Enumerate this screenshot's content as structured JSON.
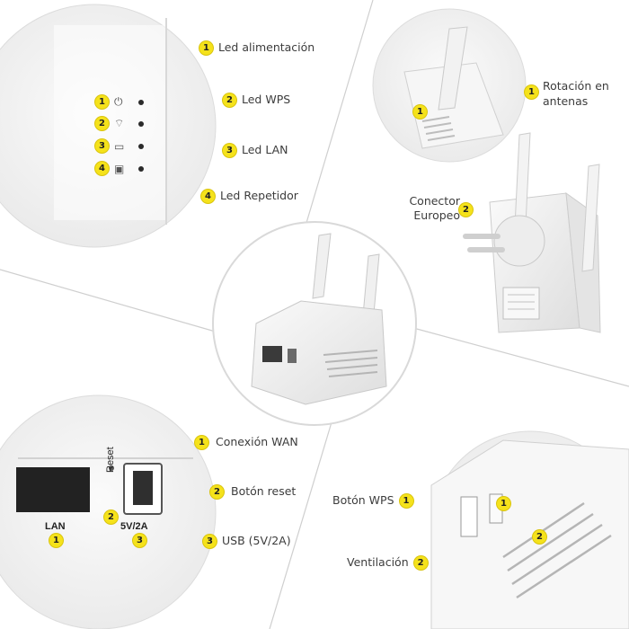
{
  "colors": {
    "badge": "#f5e21b",
    "background": "#ffffff",
    "device": "#f1f1f1"
  },
  "leds_panel": {
    "items": [
      {
        "num": "1",
        "icon": "power-icon",
        "label": "Led alimentación"
      },
      {
        "num": "2",
        "icon": "wifi-icon",
        "label": "Led WPS"
      },
      {
        "num": "3",
        "icon": "monitor-icon",
        "label": "Led LAN"
      },
      {
        "num": "4",
        "icon": "repeater-icon",
        "label": "Led Repetidor"
      }
    ]
  },
  "antenna_panel": {
    "num": "1",
    "label": "Rotación en antenas"
  },
  "connector": {
    "num": "2",
    "label": "Conector Europeo"
  },
  "ports_panel": {
    "items": [
      {
        "num": "1",
        "label": "Conexión WAN"
      },
      {
        "num": "2",
        "label": "Botón reset"
      },
      {
        "num": "3",
        "label": "USB (5V/2A)"
      }
    ],
    "port_labels": {
      "lan": "LAN",
      "reset": "Reset",
      "usb": "5V/2A"
    }
  },
  "side_panel": {
    "items": [
      {
        "num": "1",
        "label": "Botón WPS"
      },
      {
        "num": "2",
        "label": "Ventilación"
      }
    ]
  }
}
